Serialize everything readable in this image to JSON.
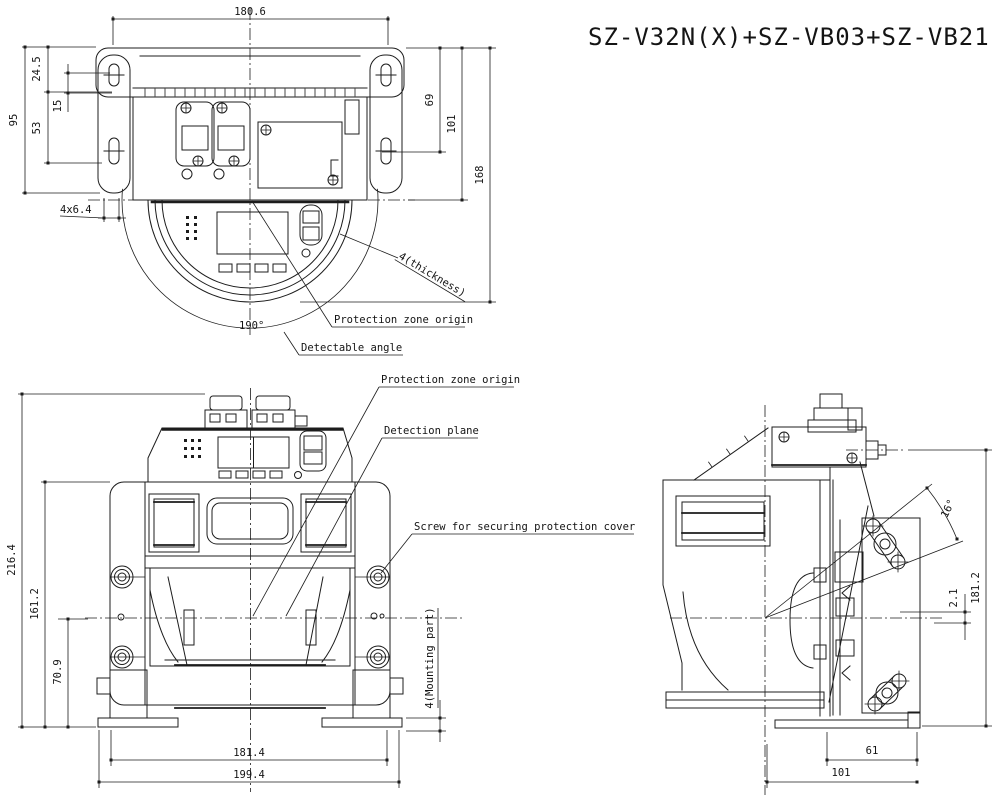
{
  "title": "SZ-V32N(X)+SZ-VB03+SZ-VB21",
  "top_view": {
    "dims": {
      "width": "180.6",
      "bracket_height": "95",
      "slot_offset_top": "24.5",
      "slot_length": "15",
      "slot_offset_bottom": "53",
      "slot_size": "4x6.4",
      "depth_upper": "69",
      "depth_center": "101",
      "depth_total": "168",
      "detectable_angle": "190°"
    },
    "labels": {
      "origin": "Protection zone origin",
      "angle": "Detectable angle",
      "thickness": "4(thickness)"
    }
  },
  "front_view": {
    "dims": {
      "height_total": "216.4",
      "height_body": "161.2",
      "height_center": "70.9",
      "width_inner": "181.4",
      "width_total": "199.4"
    },
    "labels": {
      "origin": "Protection zone origin",
      "plane": "Detection plane",
      "screw": "Screw for securing protection cover",
      "mounting": "4(Mounting part)"
    }
  },
  "side_view": {
    "dims": {
      "tilt_angle": "16°",
      "plane_offset": "2.1",
      "height": "181.2",
      "depth_rear": "61",
      "depth_total": "101"
    }
  }
}
